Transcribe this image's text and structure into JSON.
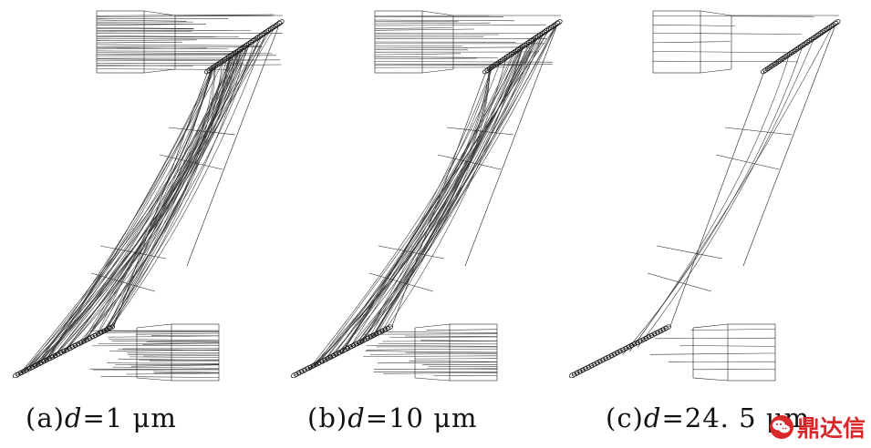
{
  "panels": [
    {
      "id": "a",
      "prefix": "(a)",
      "var": "d",
      "value": "=1 μm",
      "density": 46,
      "spread": 1.0
    },
    {
      "id": "b",
      "prefix": "(b)",
      "var": "d",
      "value": "=10 μm",
      "density": 36,
      "spread": 0.85
    },
    {
      "id": "c",
      "prefix": "(c)",
      "var": "d",
      "value": "=24. 5 μm",
      "density": 4,
      "spread": 0.2
    }
  ],
  "watermark": {
    "text": "鼎达信",
    "icon": "wechat-icon",
    "color": "#d8282a"
  }
}
